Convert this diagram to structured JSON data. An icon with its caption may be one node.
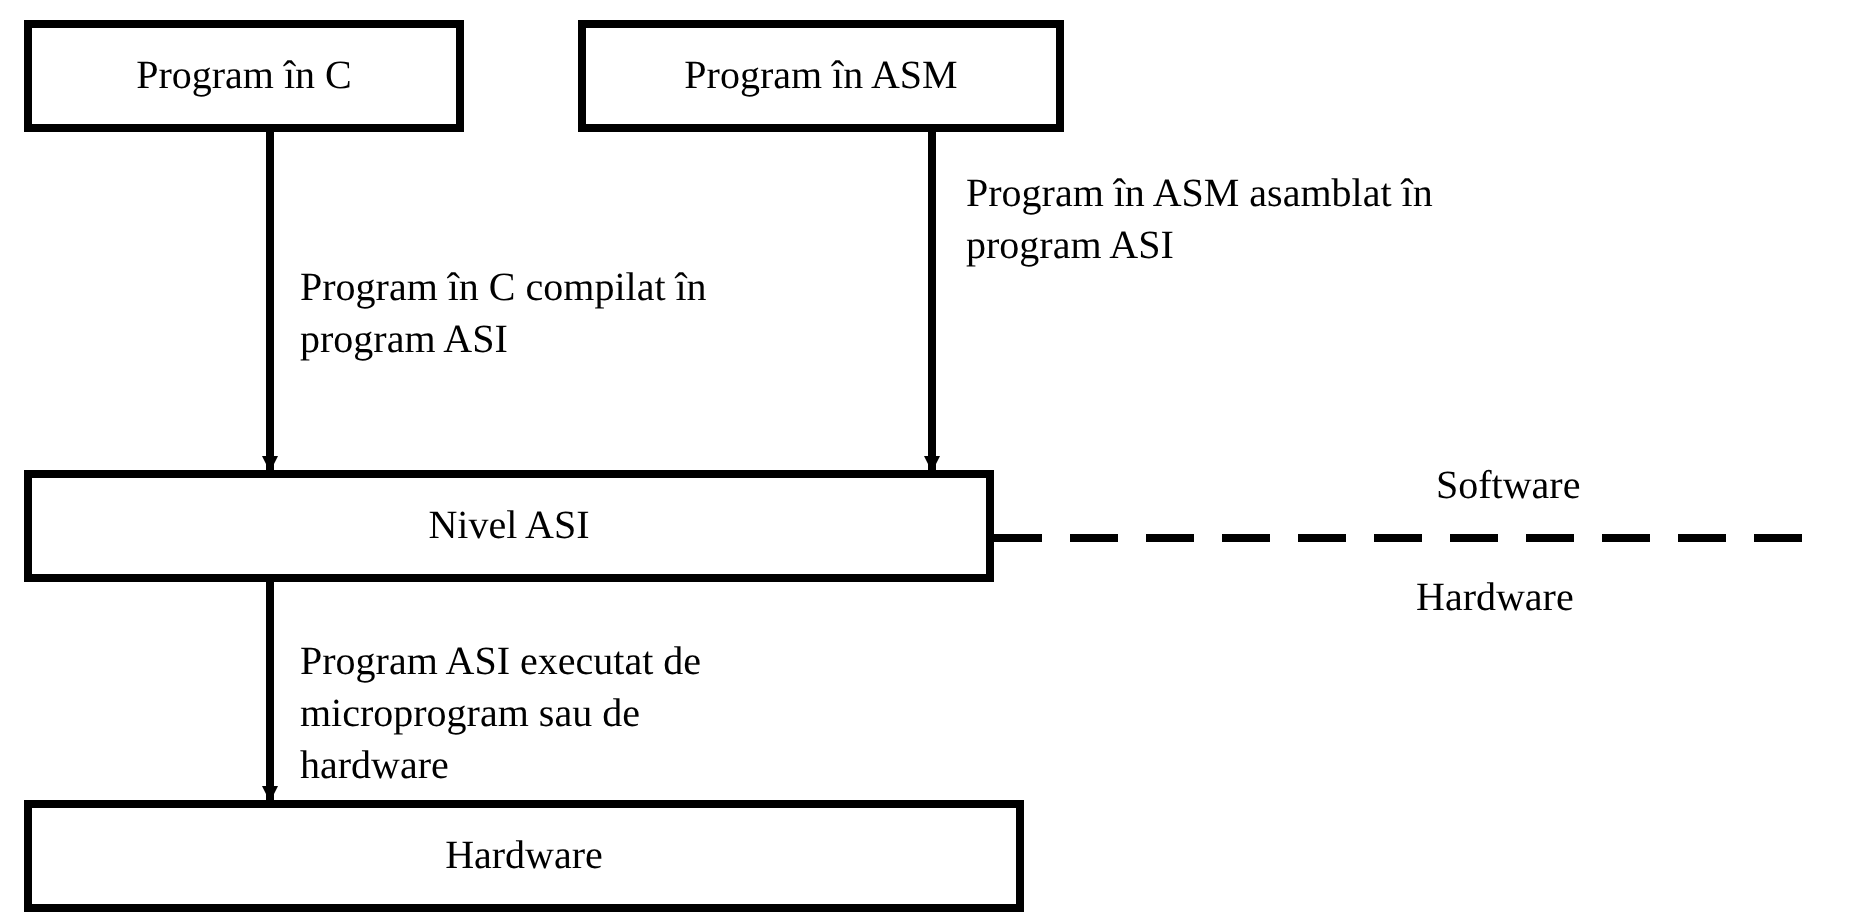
{
  "diagram": {
    "nodes": [
      {
        "text": [
          "Program în C"
        ]
      },
      {
        "text": [
          "Program în ASM"
        ]
      },
      {
        "text": [
          "Nivel ASI"
        ]
      },
      {
        "text": [
          "Hardware"
        ]
      }
    ],
    "edges": [
      {
        "from": 0,
        "to": 2,
        "arrow": "to",
        "label": "Program în C compilat în program ASI"
      },
      {
        "from": 1,
        "to": 2,
        "arrow": "to",
        "label": "Program în ASM asamblat în program ASI"
      },
      {
        "from": 2,
        "to": 3,
        "arrow": "to",
        "label": "Program ASI executat de microprogram sau de hardware"
      },
      {
        "from": 2,
        "to": null,
        "arrow": "none",
        "style": "dashed"
      }
    ],
    "labels": [
      "Software",
      "Hardware"
    ]
  }
}
